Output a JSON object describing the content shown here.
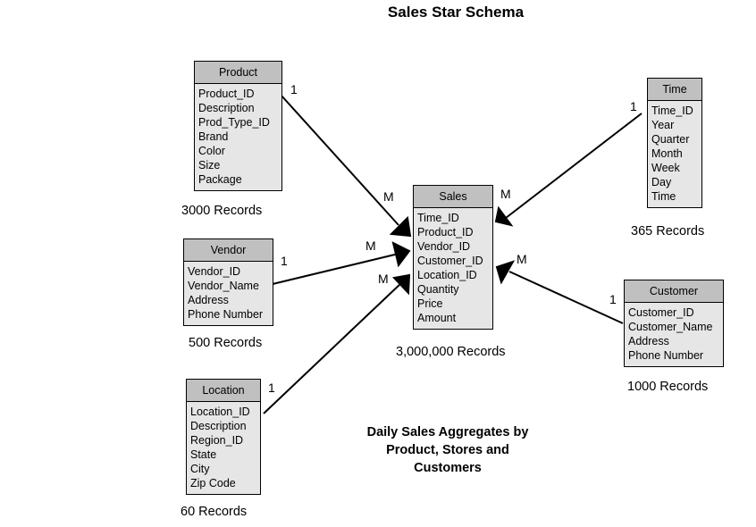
{
  "title": "Sales Star Schema",
  "fact": {
    "name": "Sales",
    "fields": [
      "Time_ID",
      "Product_ID",
      "Vendor_ID",
      "Customer_ID",
      "Location_ID",
      "Quantity",
      "Price",
      "Amount"
    ],
    "records": "3,000,000 Records"
  },
  "dimensions": {
    "product": {
      "name": "Product",
      "fields": [
        "Product_ID",
        "Description",
        "Prod_Type_ID",
        "Brand",
        "Color",
        "Size",
        "Package"
      ],
      "records": "3000 Records"
    },
    "vendor": {
      "name": "Vendor",
      "fields": [
        "Vendor_ID",
        "Vendor_Name",
        "Address",
        "Phone Number"
      ],
      "records": "500 Records"
    },
    "location": {
      "name": "Location",
      "fields": [
        "Location_ID",
        "Description",
        "Region_ID",
        "State",
        "City",
        "Zip Code"
      ],
      "records": "60 Records"
    },
    "time": {
      "name": "Time",
      "fields": [
        "Time_ID",
        "Year",
        "Quarter",
        "Month",
        "Week",
        "Day",
        "Time"
      ],
      "records": "365 Records"
    },
    "customer": {
      "name": "Customer",
      "fields": [
        "Customer_ID",
        "Customer_Name",
        "Address",
        "Phone Number"
      ],
      "records": "1000 Records"
    }
  },
  "relationships": [
    {
      "from": "Product",
      "to": "Sales",
      "one": "1",
      "many": "M"
    },
    {
      "from": "Vendor",
      "to": "Sales",
      "one": "1",
      "many": "M"
    },
    {
      "from": "Location",
      "to": "Sales",
      "one": "1",
      "many": "M"
    },
    {
      "from": "Time",
      "to": "Sales",
      "one": "1",
      "many": "M"
    },
    {
      "from": "Customer",
      "to": "Sales",
      "one": "1",
      "many": "M"
    }
  ],
  "note": "Daily Sales Aggregates by Product, Stores and Customers"
}
